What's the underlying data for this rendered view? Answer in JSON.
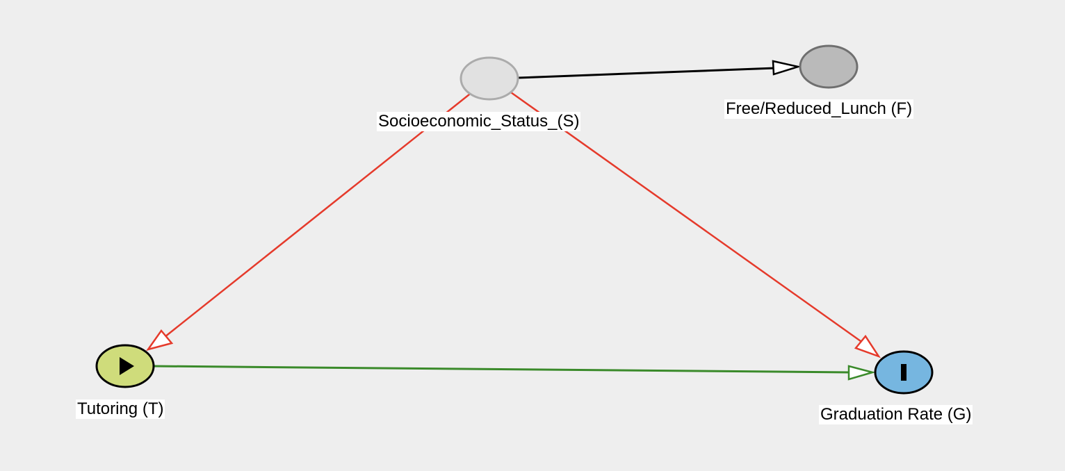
{
  "nodes": {
    "socioeconomic_status": {
      "label": "Socioeconomic_Status_(S)",
      "fill": "#e1e1e1",
      "stroke": "#ababab",
      "role": "latent"
    },
    "free_reduced_lunch": {
      "label": "Free/Reduced_Lunch (F)",
      "fill": "#bababa",
      "stroke": "#6f6f6f",
      "role": "observed"
    },
    "tutoring": {
      "label": "Tutoring (T)",
      "fill": "#cfdc7b",
      "stroke": "#000000",
      "role": "exposure",
      "icon": "play-icon"
    },
    "graduation_rate": {
      "label": "Graduation Rate (G)",
      "fill": "#76b6e0",
      "stroke": "#000000",
      "role": "outcome",
      "icon": "bar-icon"
    }
  },
  "edges": [
    {
      "from": "socioeconomic_status",
      "to": "free_reduced_lunch",
      "color": "#000000"
    },
    {
      "from": "socioeconomic_status",
      "to": "tutoring",
      "color": "#e53a2b"
    },
    {
      "from": "socioeconomic_status",
      "to": "graduation_rate",
      "color": "#e53a2b"
    },
    {
      "from": "tutoring",
      "to": "graduation_rate",
      "color": "#3a8a2a"
    }
  ]
}
